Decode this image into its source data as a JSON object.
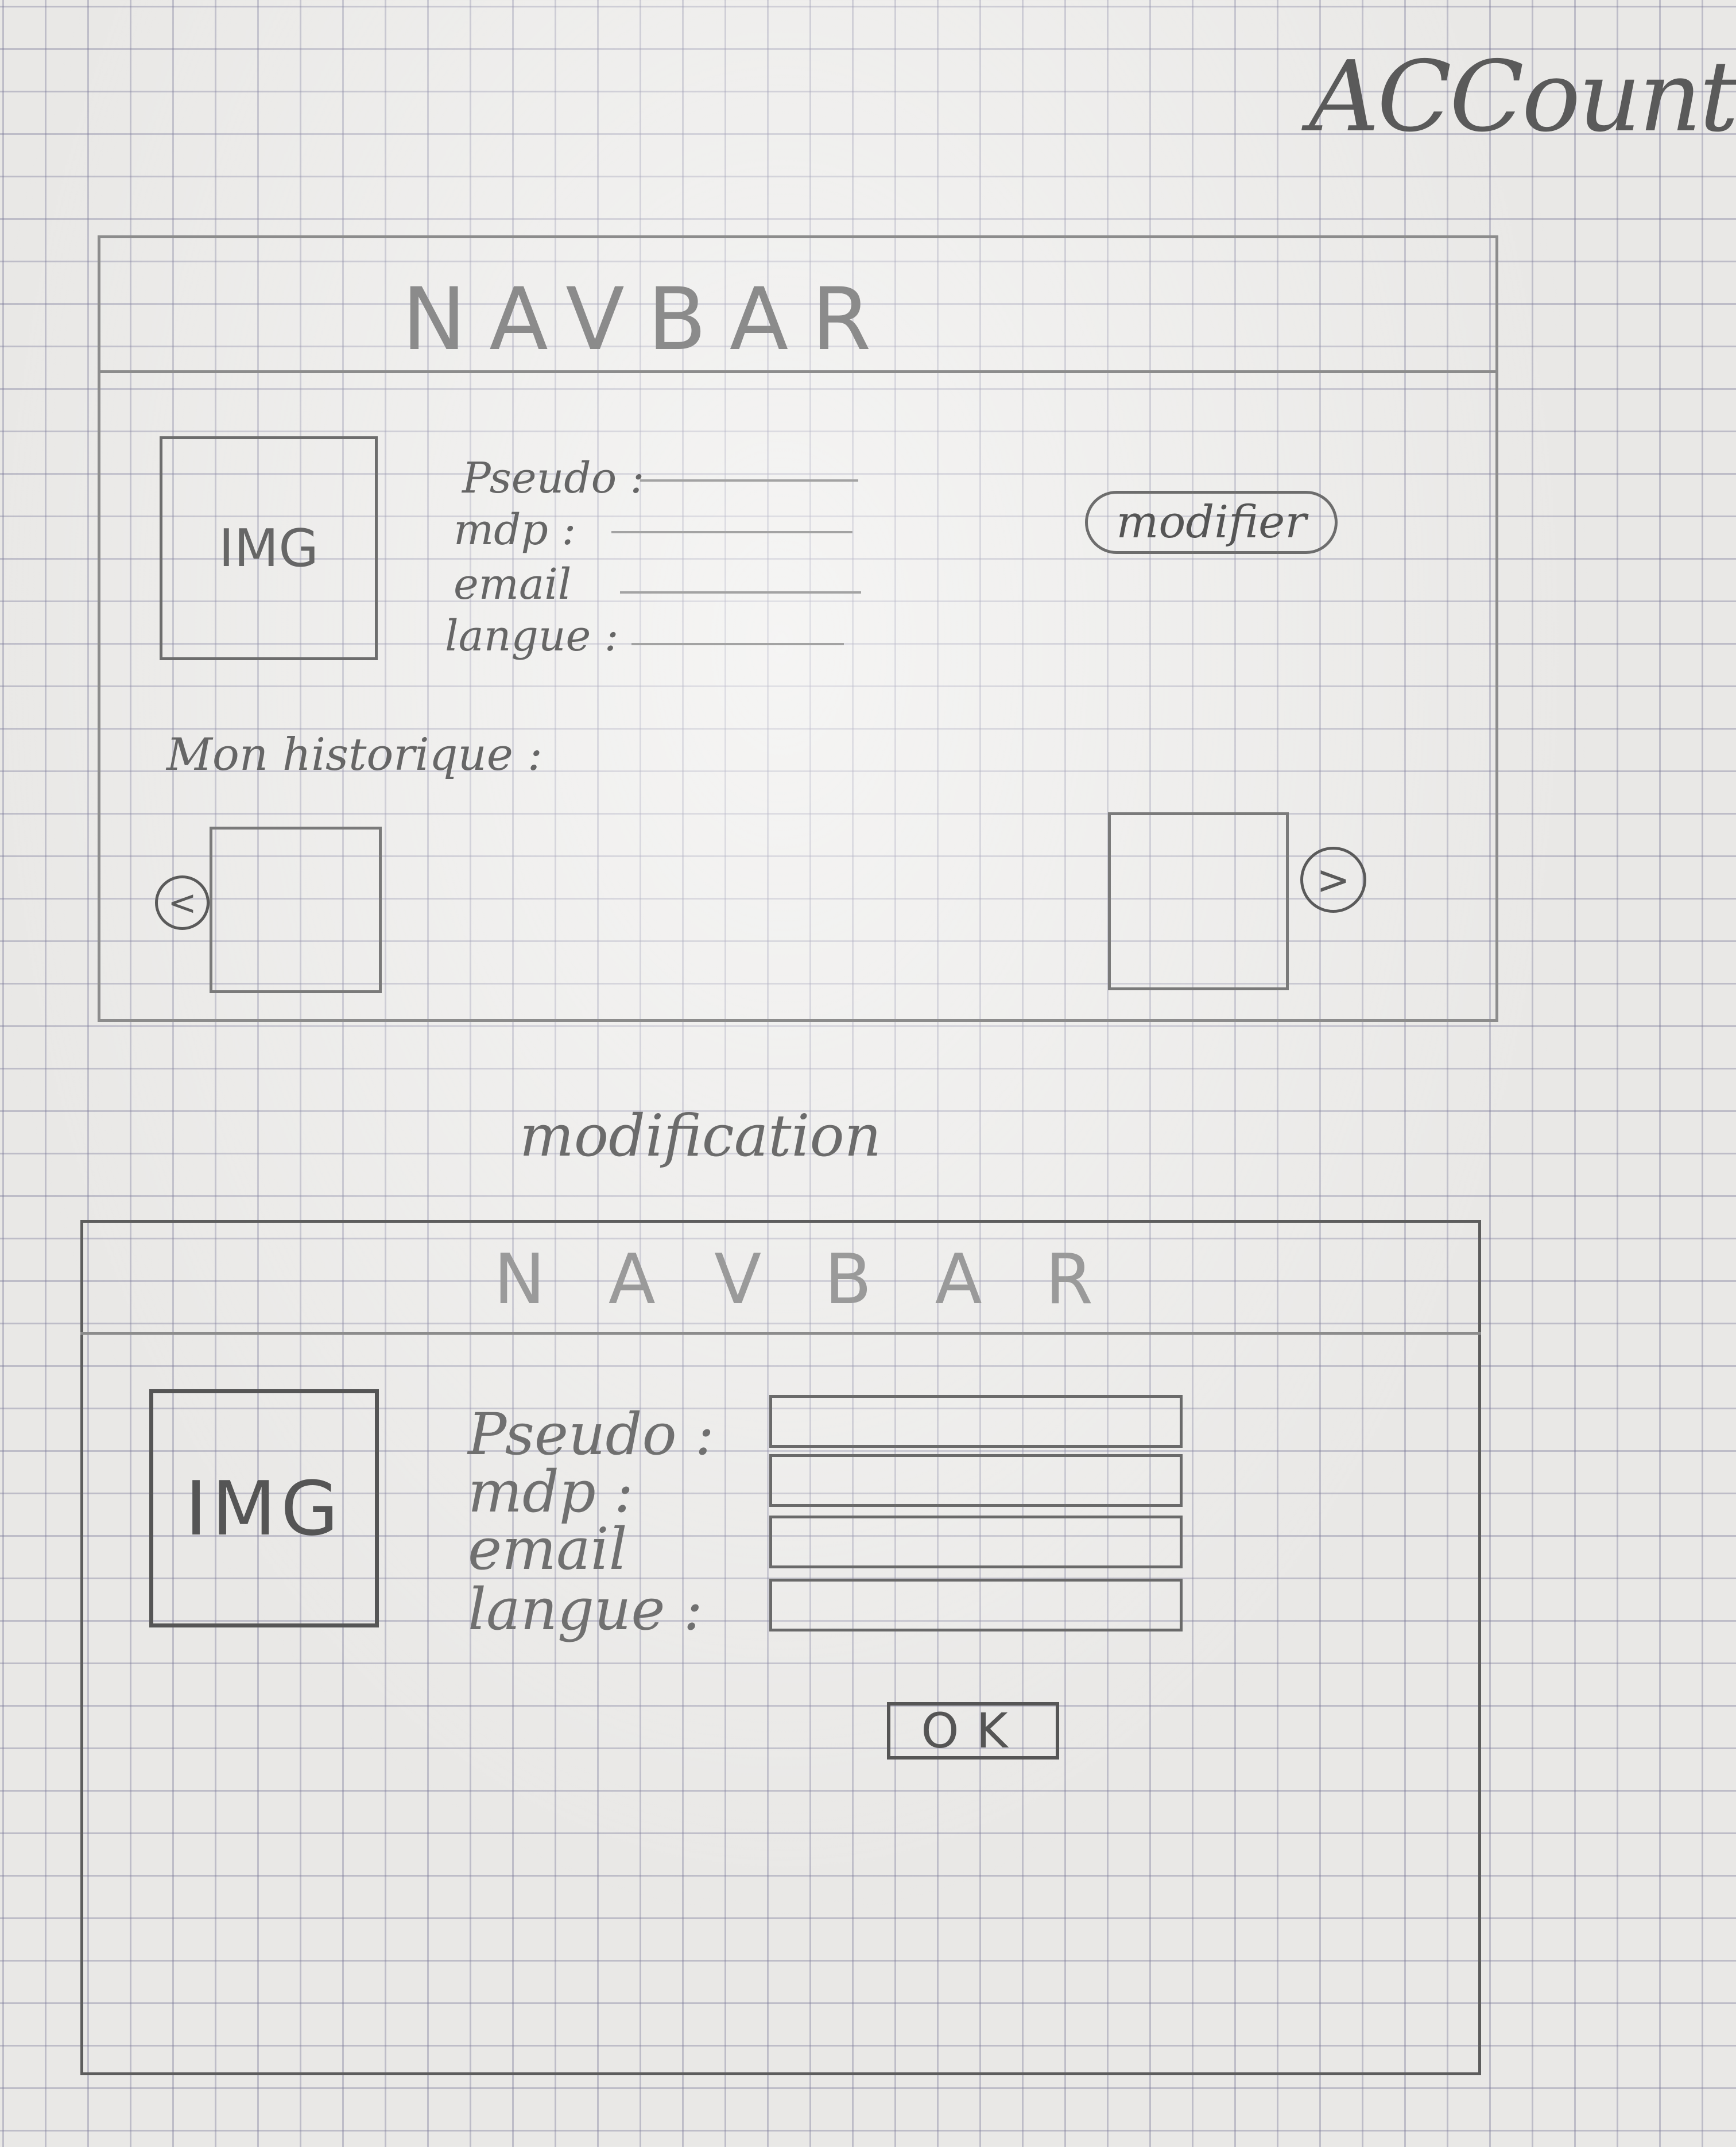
{
  "page_title": "ACCount",
  "account_view": {
    "navbar": "NAVBAR",
    "image_placeholder": "IMG",
    "fields": {
      "pseudo": "Pseudo :",
      "mdp": "mdp :",
      "email": "email",
      "langue": "langue :"
    },
    "edit_button": "modifier",
    "history_title": "Mon historique :",
    "prev_arrow": "<",
    "next_arrow": ">"
  },
  "section_label": "modification",
  "edit_view": {
    "navbar": "NAVBAR",
    "image_placeholder": "IMG",
    "fields": {
      "pseudo": "Pseudo :",
      "mdp": "mdp :",
      "email": "email",
      "langue": "langue :"
    },
    "inputs": {
      "pseudo": "",
      "mdp": "",
      "email": "",
      "langue": ""
    },
    "submit_button": "OK"
  }
}
